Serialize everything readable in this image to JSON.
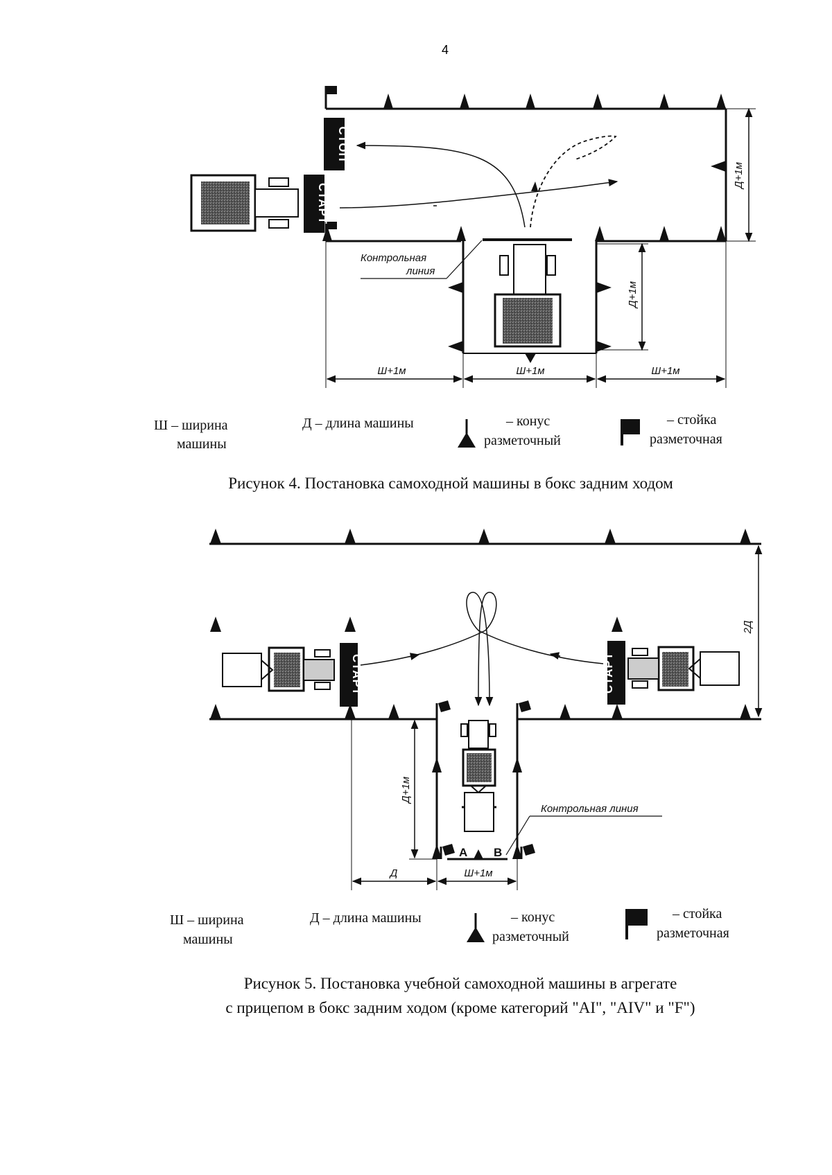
{
  "page_number": "4",
  "figure4": {
    "stop_label": "СТОП",
    "start_label": "СТАРТ",
    "control_line_1": "Контрольная",
    "control_line_2": "линия",
    "dim_length_right": "Д+1м",
    "dim_length_box": "Д+1м",
    "dim_width_left": "Ш+1м",
    "dim_width_mid": "Ш+1м",
    "dim_width_right": "Ш+1м",
    "legend": {
      "width_1": "Ш – ширина",
      "width_2": "машины",
      "length": "Д – длина машины",
      "cone_1": "– конус",
      "cone_2": "разметочный",
      "post_1": "– стойка",
      "post_2": "разметочная"
    },
    "caption": "Рисунок 4. Постановка самоходной машины в бокс задним ходом"
  },
  "figure5": {
    "start_left": "СТАРТ",
    "start_right": "СТАРТ",
    "dim_2d": "2Д",
    "dim_length_box": "Д+1м",
    "dim_d": "Д",
    "dim_width_box": "Ш+1м",
    "control_line": "Контрольная линия",
    "point_a": "А",
    "point_b": "В",
    "legend": {
      "width_1": "Ш – ширина",
      "width_2": "машины",
      "length": "Д – длина машины",
      "cone_1": "– конус",
      "cone_2": "разметочный",
      "post_1": "– стойка",
      "post_2": "разметочная"
    },
    "caption_1": "Рисунок 5. Постановка учебной самоходной машины в агрегате",
    "caption_2": "с прицепом в бокс задним ходом (кроме категорий \"AI\", \"AIV\" и \"F\")"
  }
}
